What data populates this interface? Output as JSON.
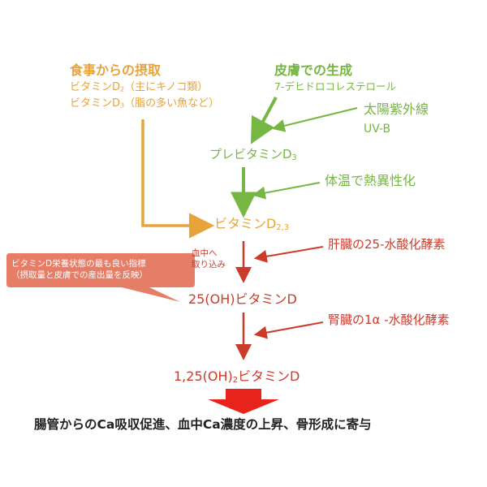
{
  "diet": {
    "title": "食事からの摂取",
    "d2": {
      "base": "ビタミンD",
      "sub": "2",
      "note": "（主にキノコ類）"
    },
    "d3": {
      "base": "ビタミンD",
      "sub": "3",
      "note": "（脂の多い魚など）"
    }
  },
  "skin": {
    "title": "皮膚での生成",
    "precursor": "7-デヒドロコレステロール"
  },
  "uv": {
    "line1": "太陽紫外線",
    "line2": "UV-B"
  },
  "previtamin": {
    "base": "プレビタミンD",
    "sub": "3"
  },
  "heat": "体温で熱異性化",
  "vitamin_d23": {
    "base": "ビタミンD",
    "sub": "2,3"
  },
  "blood_uptake": {
    "line1": "血中へ",
    "line2": "取り込み"
  },
  "liver": "肝臓の25-水酸化酵素",
  "callout": {
    "line1": "ビタミンD栄養状態の最も良い指標",
    "line2": "（摂取量と皮膚での産出量を反映）"
  },
  "oh25": "25(OH)ビタミンD",
  "kidney": "腎臓の1α -水酸化酵素",
  "oh125": {
    "prefix": "1,25(OH)",
    "sub": "2",
    "suffix": "ビタミンD"
  },
  "effect": "腸管からのCa吸収促進、血中Ca濃度の上昇、骨形成に寄与",
  "colors": {
    "orange": "#E8A33B",
    "green": "#76B642",
    "red": "#CC3B2A",
    "callout_fill": "#E67D67",
    "big_arrow": "#E8231B"
  }
}
